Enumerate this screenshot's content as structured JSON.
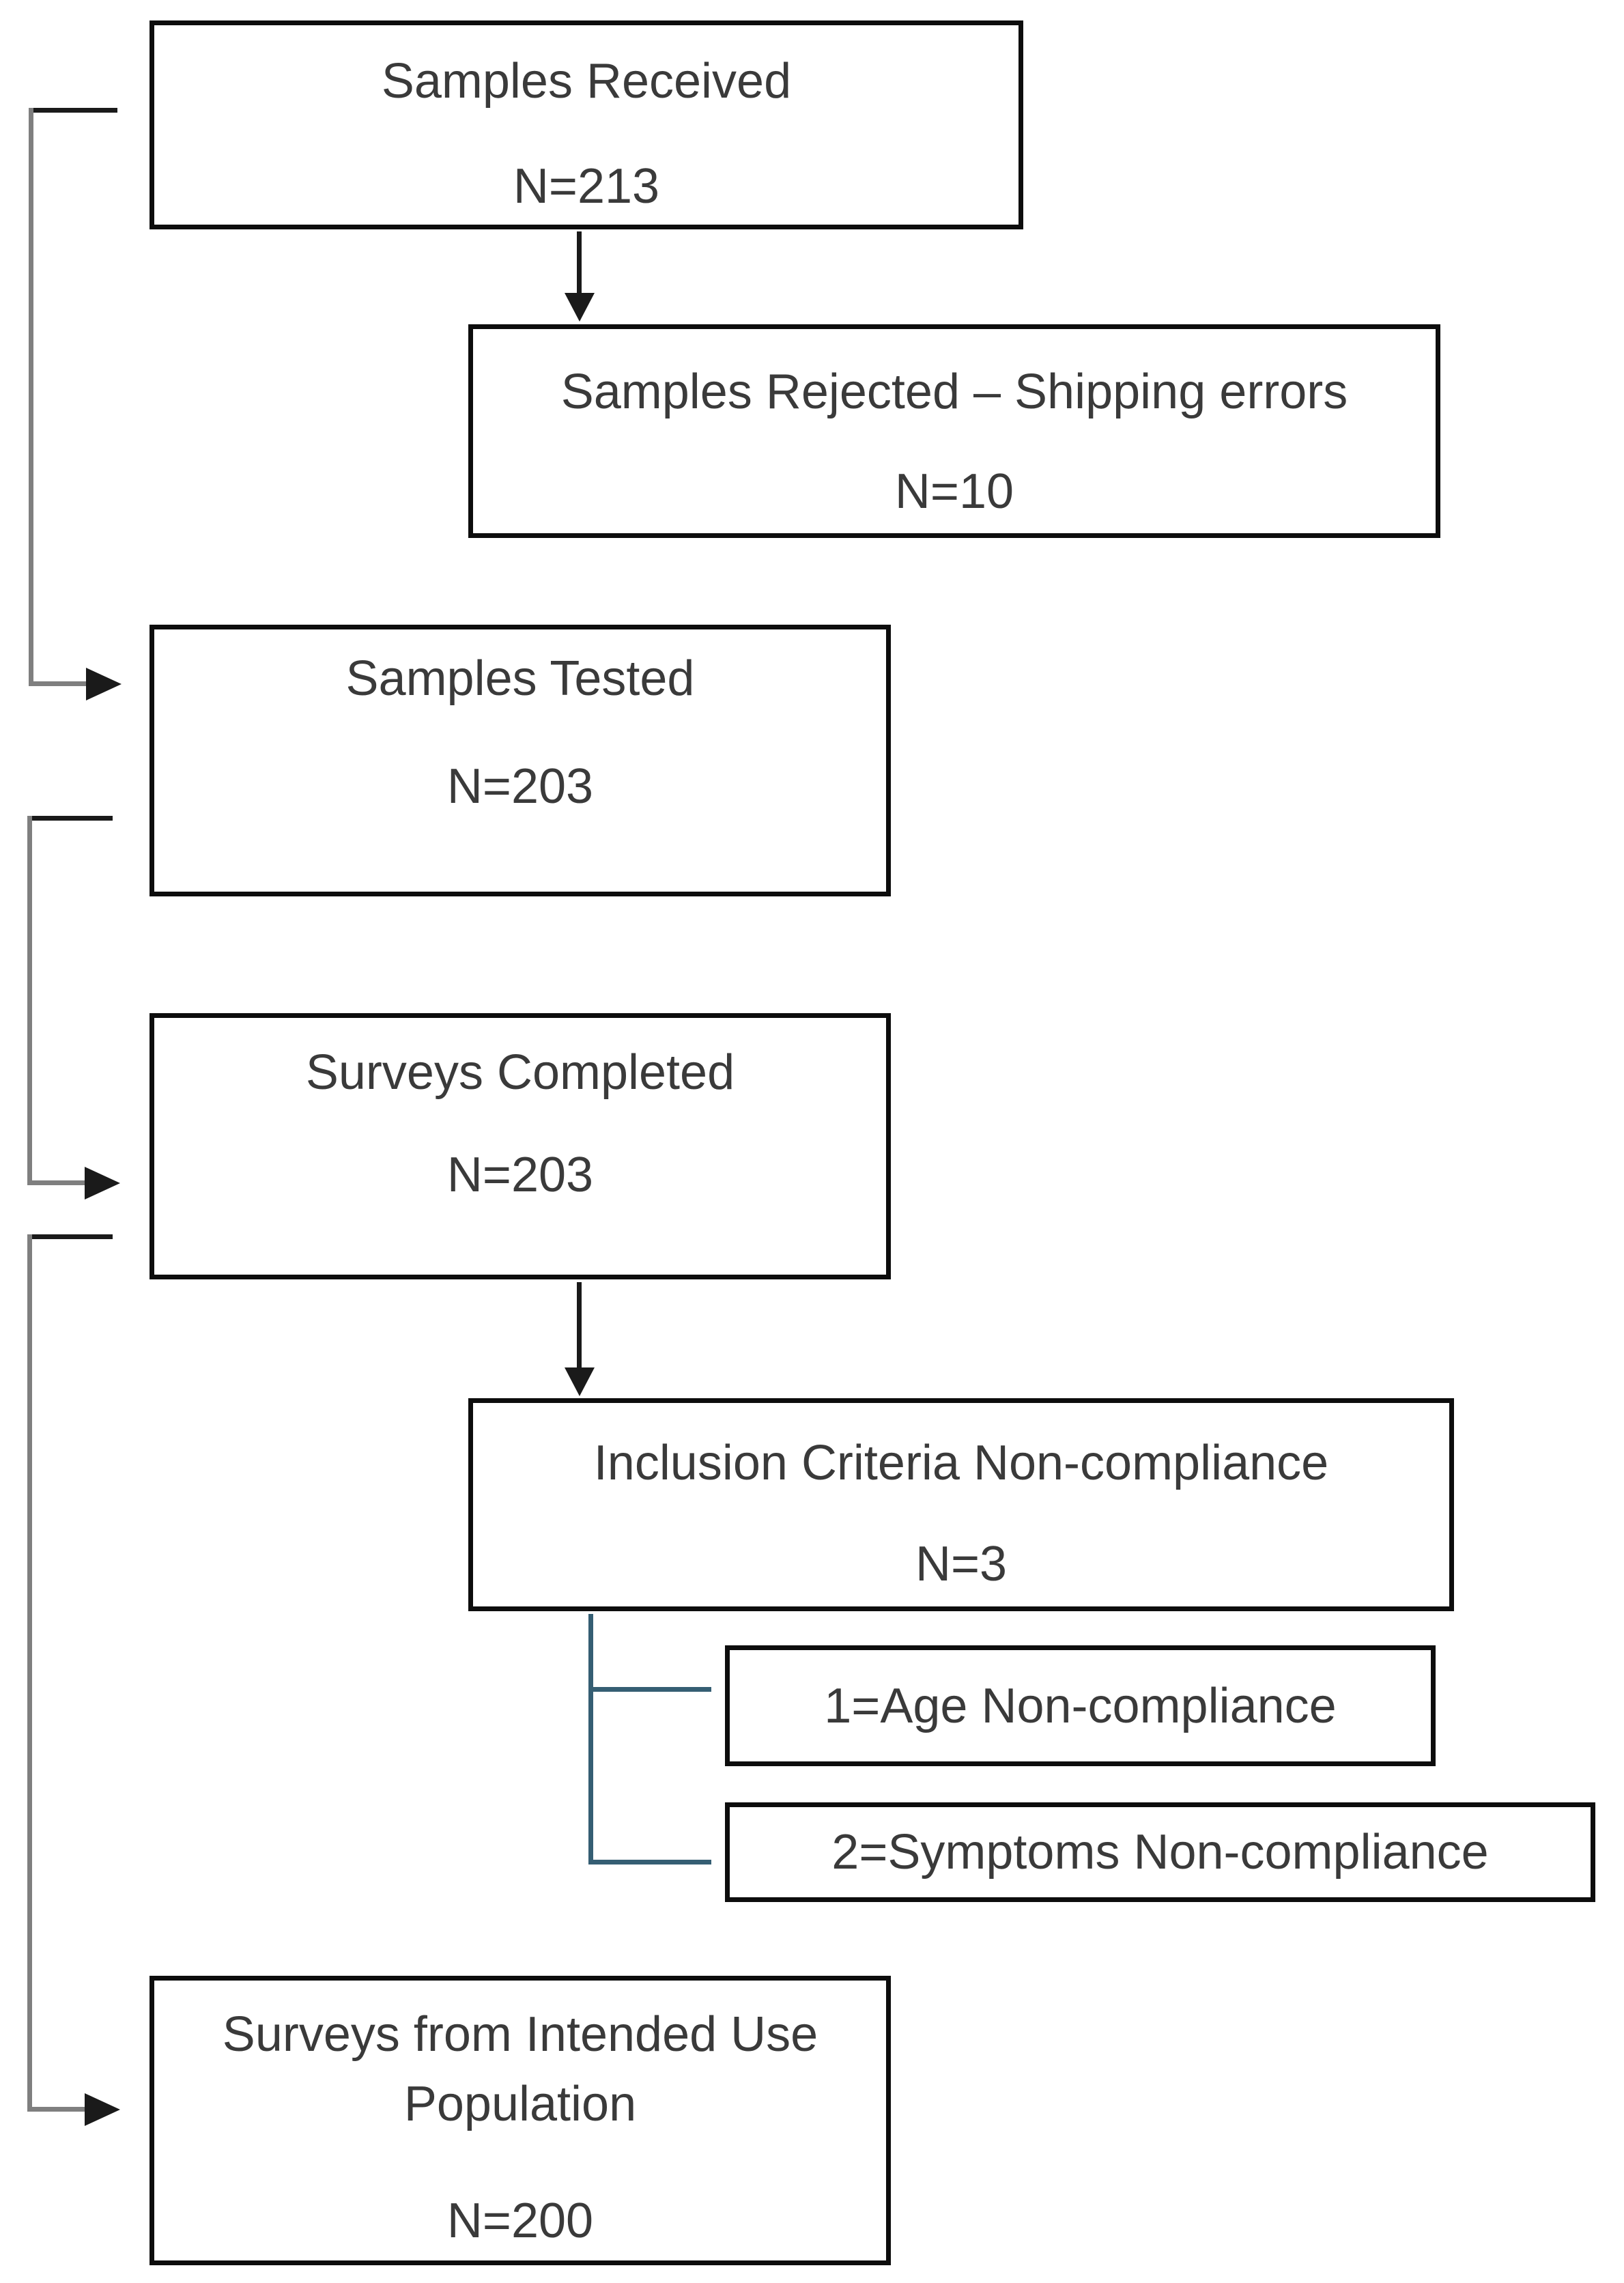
{
  "colors": {
    "background": "#FFFFFF",
    "box_border": "#0D0D0D",
    "text": "#3A3A3A",
    "connector_gray": "#7F7F7F",
    "connector_black": "#1A1A1A",
    "connector_blue": "#355E73"
  },
  "boxes": {
    "received": {
      "title": "Samples Received",
      "count": "N=213"
    },
    "rejected": {
      "title": "Samples Rejected – Shipping errors",
      "count": "N=10"
    },
    "tested": {
      "title": "Samples Tested",
      "count": "N=203"
    },
    "completed": {
      "title": "Surveys Completed",
      "count": "N=203"
    },
    "inclusion": {
      "title": "Inclusion Criteria Non-compliance",
      "count": "N=3"
    },
    "age": {
      "label": "1=Age Non-compliance"
    },
    "symptoms": {
      "label": "2=Symptoms Non-compliance"
    },
    "intended": {
      "title": "Surveys from Intended Use Population",
      "count": "N=200"
    }
  }
}
